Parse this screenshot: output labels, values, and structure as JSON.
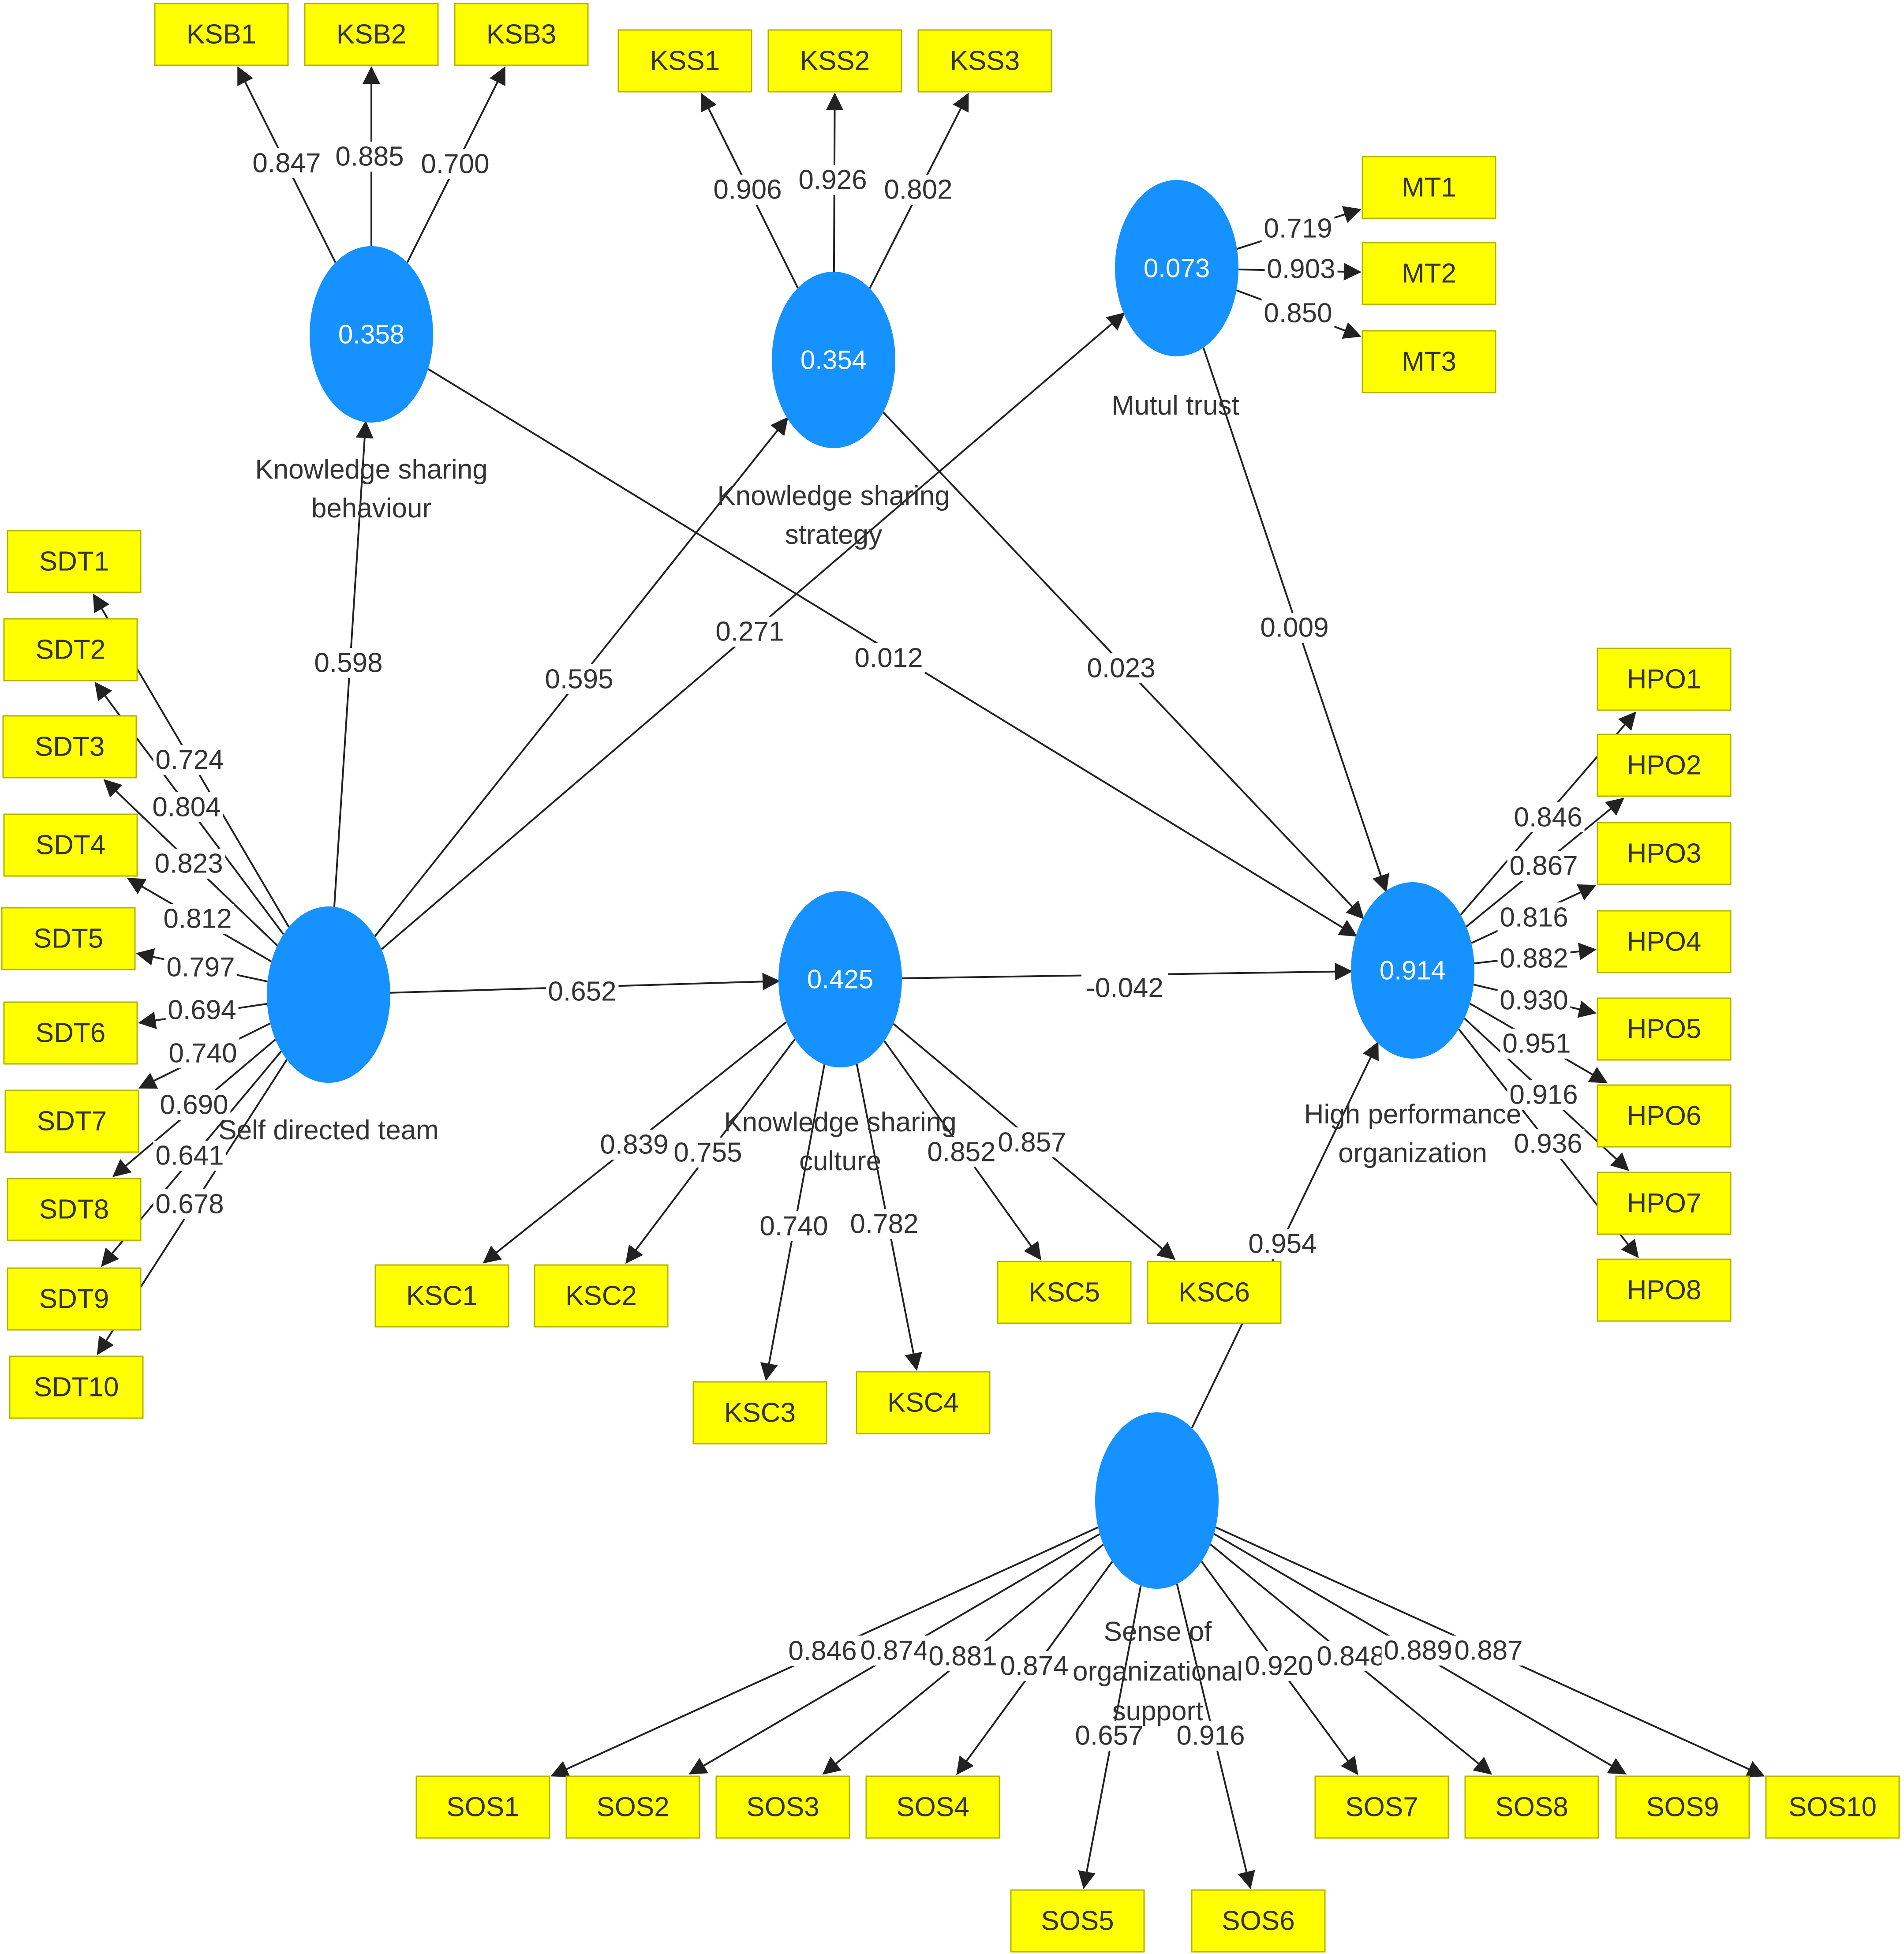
{
  "constructs": {
    "SDT": {
      "name": "Self directed team",
      "value": ""
    },
    "KSB": {
      "name": "Knowledge sharing behaviour",
      "value": "0.358"
    },
    "KSS": {
      "name": "Knowledge sharing strategy",
      "value": "0.354"
    },
    "MT": {
      "name": "Mutul trust",
      "value": "0.073"
    },
    "KSC": {
      "name": "Knowledge sharing culture",
      "value": "0.425"
    },
    "HPO": {
      "name": "High performance organization",
      "value": "0.914"
    },
    "SOS": {
      "name": "Sense of organizational support",
      "value": ""
    }
  },
  "indicators": {
    "KSB1": "KSB1",
    "KSB2": "KSB2",
    "KSB3": "KSB3",
    "KSS1": "KSS1",
    "KSS2": "KSS2",
    "KSS3": "KSS3",
    "MT1": "MT1",
    "MT2": "MT2",
    "MT3": "MT3",
    "SDT1": "SDT1",
    "SDT2": "SDT2",
    "SDT3": "SDT3",
    "SDT4": "SDT4",
    "SDT5": "SDT5",
    "SDT6": "SDT6",
    "SDT7": "SDT7",
    "SDT8": "SDT8",
    "SDT9": "SDT9",
    "SDT10": "SDT10",
    "HPO1": "HPO1",
    "HPO2": "HPO2",
    "HPO3": "HPO3",
    "HPO4": "HPO4",
    "HPO5": "HPO5",
    "HPO6": "HPO6",
    "HPO7": "HPO7",
    "HPO8": "HPO8",
    "KSC1": "KSC1",
    "KSC2": "KSC2",
    "KSC3": "KSC3",
    "KSC4": "KSC4",
    "KSC5": "KSC5",
    "KSC6": "KSC6",
    "SOS1": "SOS1",
    "SOS2": "SOS2",
    "SOS3": "SOS3",
    "SOS4": "SOS4",
    "SOS5": "SOS5",
    "SOS6": "SOS6",
    "SOS7": "SOS7",
    "SOS8": "SOS8",
    "SOS9": "SOS9",
    "SOS10": "SOS10"
  },
  "paths": [
    {
      "from": "SDT",
      "to": "KSB",
      "coef": "0.598"
    },
    {
      "from": "SDT",
      "to": "KSS",
      "coef": "0.595"
    },
    {
      "from": "SDT",
      "to": "MT",
      "coef": "0.271"
    },
    {
      "from": "SDT",
      "to": "KSC",
      "coef": "0.652"
    },
    {
      "from": "KSB",
      "to": "HPO",
      "coef": "0.012"
    },
    {
      "from": "KSS",
      "to": "HPO",
      "coef": "0.023"
    },
    {
      "from": "MT",
      "to": "HPO",
      "coef": "0.009"
    },
    {
      "from": "KSC",
      "to": "HPO",
      "coef": "-0.042"
    },
    {
      "from": "SOS",
      "to": "HPO",
      "coef": "0.954"
    }
  ],
  "loadings": [
    {
      "construct": "KSB",
      "indicator": "KSB1",
      "value": "0.847"
    },
    {
      "construct": "KSB",
      "indicator": "KSB2",
      "value": "0.885"
    },
    {
      "construct": "KSB",
      "indicator": "KSB3",
      "value": "0.700"
    },
    {
      "construct": "KSS",
      "indicator": "KSS1",
      "value": "0.906"
    },
    {
      "construct": "KSS",
      "indicator": "KSS2",
      "value": "0.926"
    },
    {
      "construct": "KSS",
      "indicator": "KSS3",
      "value": "0.802"
    },
    {
      "construct": "MT",
      "indicator": "MT1",
      "value": "0.719"
    },
    {
      "construct": "MT",
      "indicator": "MT2",
      "value": "0.903"
    },
    {
      "construct": "MT",
      "indicator": "MT3",
      "value": "0.850"
    },
    {
      "construct": "SDT",
      "indicator": "SDT1",
      "value": "0.724"
    },
    {
      "construct": "SDT",
      "indicator": "SDT2",
      "value": "0.804"
    },
    {
      "construct": "SDT",
      "indicator": "SDT3",
      "value": "0.823"
    },
    {
      "construct": "SDT",
      "indicator": "SDT4",
      "value": "0.812"
    },
    {
      "construct": "SDT",
      "indicator": "SDT5",
      "value": "0.797"
    },
    {
      "construct": "SDT",
      "indicator": "SDT6",
      "value": "0.694"
    },
    {
      "construct": "SDT",
      "indicator": "SDT7",
      "value": "0.740"
    },
    {
      "construct": "SDT",
      "indicator": "SDT8",
      "value": "0.690"
    },
    {
      "construct": "SDT",
      "indicator": "SDT9",
      "value": "0.641"
    },
    {
      "construct": "SDT",
      "indicator": "SDT10",
      "value": "0.678"
    },
    {
      "construct": "HPO",
      "indicator": "HPO1",
      "value": "0.846"
    },
    {
      "construct": "HPO",
      "indicator": "HPO2",
      "value": "0.867"
    },
    {
      "construct": "HPO",
      "indicator": "HPO3",
      "value": "0.816"
    },
    {
      "construct": "HPO",
      "indicator": "HPO4",
      "value": "0.882"
    },
    {
      "construct": "HPO",
      "indicator": "HPO5",
      "value": "0.930"
    },
    {
      "construct": "HPO",
      "indicator": "HPO6",
      "value": "0.951"
    },
    {
      "construct": "HPO",
      "indicator": "HPO7",
      "value": "0.916"
    },
    {
      "construct": "HPO",
      "indicator": "HPO8",
      "value": "0.936"
    },
    {
      "construct": "KSC",
      "indicator": "KSC1",
      "value": "0.839"
    },
    {
      "construct": "KSC",
      "indicator": "KSC2",
      "value": "0.755"
    },
    {
      "construct": "KSC",
      "indicator": "KSC3",
      "value": "0.740"
    },
    {
      "construct": "KSC",
      "indicator": "KSC4",
      "value": "0.782"
    },
    {
      "construct": "KSC",
      "indicator": "KSC5",
      "value": "0.852"
    },
    {
      "construct": "KSC",
      "indicator": "KSC6",
      "value": "0.857"
    },
    {
      "construct": "SOS",
      "indicator": "SOS1",
      "value": "0.846"
    },
    {
      "construct": "SOS",
      "indicator": "SOS2",
      "value": "0.874"
    },
    {
      "construct": "SOS",
      "indicator": "SOS3",
      "value": "0.881"
    },
    {
      "construct": "SOS",
      "indicator": "SOS4",
      "value": "0.874"
    },
    {
      "construct": "SOS",
      "indicator": "SOS5",
      "value": "0.657"
    },
    {
      "construct": "SOS",
      "indicator": "SOS6",
      "value": "0.916"
    },
    {
      "construct": "SOS",
      "indicator": "SOS7",
      "value": "0.920"
    },
    {
      "construct": "SOS",
      "indicator": "SOS8",
      "value": "0.848"
    },
    {
      "construct": "SOS",
      "indicator": "SOS9",
      "value": "0.889"
    },
    {
      "construct": "SOS",
      "indicator": "SOS10",
      "value": "0.887"
    }
  ],
  "colors": {
    "construct": "#1592ff",
    "indicator": "#ffff00",
    "edge": "#222222"
  }
}
